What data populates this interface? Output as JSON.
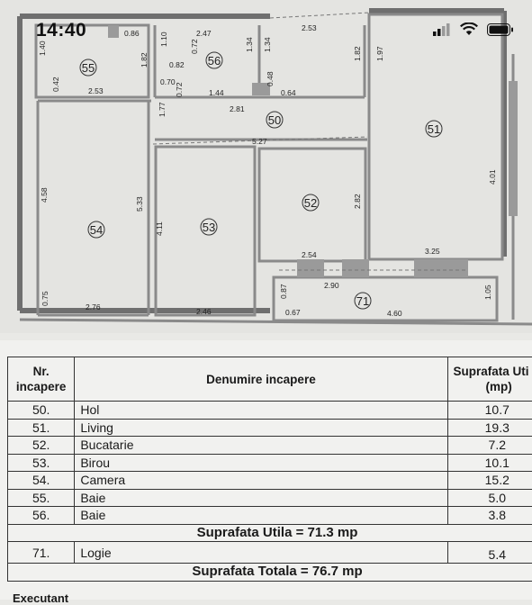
{
  "status_bar": {
    "time": "14:40",
    "icons": [
      "signal-icon",
      "wifi-icon",
      "battery-icon"
    ]
  },
  "plan": {
    "rooms": [
      {
        "id": "r50",
        "label": "50"
      },
      {
        "id": "r51",
        "label": "51"
      },
      {
        "id": "r52",
        "label": "52"
      },
      {
        "id": "r53",
        "label": "53"
      },
      {
        "id": "r54",
        "label": "54"
      },
      {
        "id": "r55",
        "label": "55"
      },
      {
        "id": "r56",
        "label": "56"
      },
      {
        "id": "r71",
        "label": "71"
      }
    ],
    "dimensions": [
      "0.86",
      "2.47",
      "2.53",
      "1.40",
      "1.82",
      "1.10",
      "0.82",
      "0.72",
      "1.34",
      "1.34",
      "1.82",
      "1.97",
      "0.42",
      "2.53",
      "0.70",
      "0.72",
      "1.44",
      "0.48",
      "0.64",
      "2.81",
      "1.77",
      "5.27",
      "4.01",
      "4.58",
      "5.33",
      "4.11",
      "2.82",
      "2.54",
      "3.25",
      "2.90",
      "0.87",
      "1.05",
      "0.75",
      "2.76",
      "2.46",
      "0.67",
      "4.60"
    ]
  },
  "table": {
    "headers": {
      "nr": "Nr.",
      "nr2": "incapere",
      "name": "Denumire incapere",
      "area": "Suprafata Uti",
      "area2": "(mp)"
    },
    "rows": [
      {
        "nr": "50.",
        "name": "Hol",
        "area": "10.7"
      },
      {
        "nr": "51.",
        "name": "Living",
        "area": "19.3"
      },
      {
        "nr": "52.",
        "name": "Bucatarie",
        "area": "7.2"
      },
      {
        "nr": "53.",
        "name": "Birou",
        "area": "10.1"
      },
      {
        "nr": "54.",
        "name": "Camera",
        "area": "15.2"
      },
      {
        "nr": "55.",
        "name": "Baie",
        "area": "5.0"
      },
      {
        "nr": "56.",
        "name": "Baie",
        "area": "3.8"
      }
    ],
    "suprafata_utila": "Suprafata Utila = 71.3 mp",
    "loggia": {
      "nr": "71.",
      "name": "Logie",
      "area": "5.4"
    },
    "suprafata_totala": "Suprafata Totala = 76.7 mp",
    "footer": "Executant"
  }
}
